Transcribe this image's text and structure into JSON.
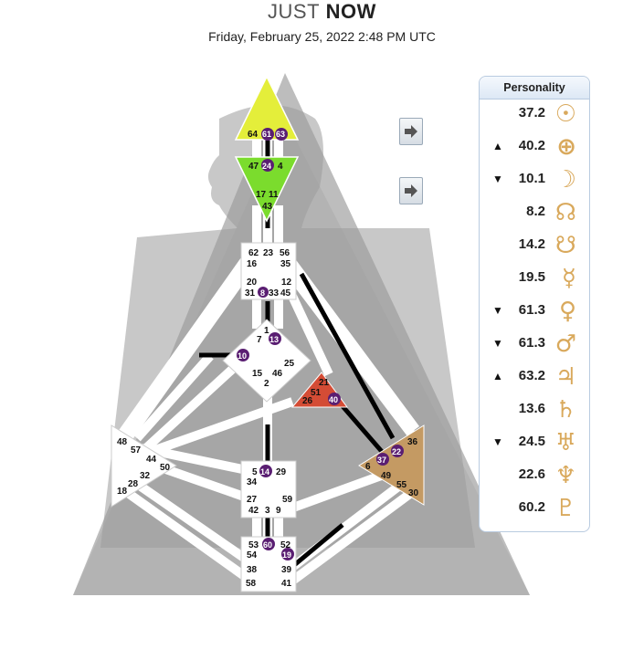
{
  "header": {
    "title_light": "JUST",
    "title_bold": "NOW",
    "datetime": "Friday, February 25, 2022 2:48 PM UTC"
  },
  "panel": {
    "heading": "Personality",
    "rows": [
      {
        "arrow": "",
        "value": "37.2",
        "symbol": "sun-icon"
      },
      {
        "arrow": "▲",
        "value": "40.2",
        "symbol": "earth-icon"
      },
      {
        "arrow": "▼",
        "value": "10.1",
        "symbol": "moon-icon"
      },
      {
        "arrow": "",
        "value": "8.2",
        "symbol": "north-node-icon"
      },
      {
        "arrow": "",
        "value": "14.2",
        "symbol": "south-node-icon"
      },
      {
        "arrow": "",
        "value": "19.5",
        "symbol": "mercury-icon"
      },
      {
        "arrow": "▼",
        "value": "61.3",
        "symbol": "venus-icon"
      },
      {
        "arrow": "▼",
        "value": "61.3",
        "symbol": "mars-icon"
      },
      {
        "arrow": "▲",
        "value": "63.2",
        "symbol": "jupiter-icon"
      },
      {
        "arrow": "",
        "value": "13.6",
        "symbol": "saturn-icon"
      },
      {
        "arrow": "▼",
        "value": "24.5",
        "symbol": "uranus-icon"
      },
      {
        "arrow": "",
        "value": "22.6",
        "symbol": "neptune-icon"
      },
      {
        "arrow": "",
        "value": "60.2",
        "symbol": "pluto-icon"
      }
    ]
  },
  "colors": {
    "head": "#e4ee3a",
    "ajna": "#7bdc2d",
    "spleen_solar": "#c49a63",
    "ego": "#d44c35",
    "active_gate": "#5a1e72",
    "channel_active": "#000000",
    "bodygraph_bg": "#a6a6a6",
    "symbol": "#d9a95c"
  },
  "gates": {
    "head": [
      "64",
      "61",
      "63"
    ],
    "ajna": [
      "47",
      "24",
      "4",
      "17",
      "11",
      "43"
    ],
    "throat": [
      "62",
      "23",
      "56",
      "16",
      "35",
      "20",
      "12",
      "31",
      "8",
      "33",
      "45"
    ],
    "g_center": [
      "1",
      "13",
      "7",
      "10",
      "25",
      "15",
      "46",
      "2"
    ],
    "ego": [
      "21",
      "51",
      "26",
      "40"
    ],
    "spleen": [
      "48",
      "57",
      "44",
      "50",
      "32",
      "28",
      "18"
    ],
    "sacral": [
      "5",
      "14",
      "29",
      "34",
      "27",
      "59",
      "42",
      "3",
      "9"
    ],
    "solar_plexus": [
      "36",
      "22",
      "37",
      "6",
      "49",
      "55",
      "30"
    ],
    "root": [
      "53",
      "60",
      "52",
      "54",
      "19",
      "38",
      "39",
      "58",
      "41"
    ]
  }
}
